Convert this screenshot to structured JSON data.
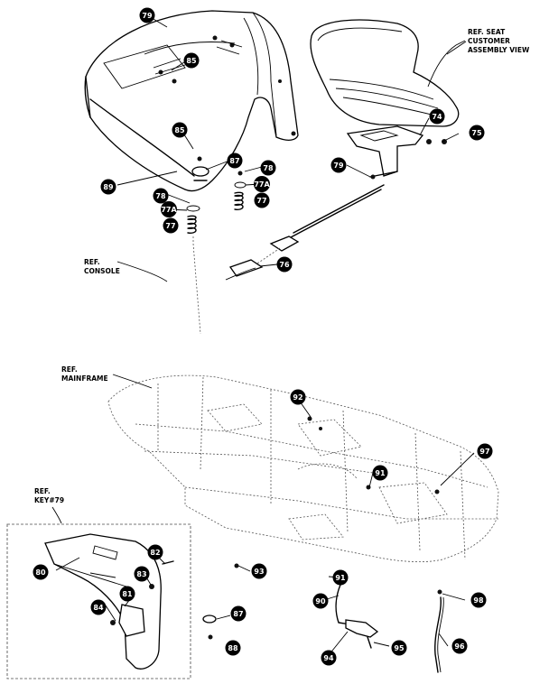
{
  "callouts": [
    {
      "id": "79a",
      "label": "79"
    },
    {
      "id": "85a",
      "label": "85"
    },
    {
      "id": "85b",
      "label": "85"
    },
    {
      "id": "89",
      "label": "89"
    },
    {
      "id": "87a",
      "label": "87"
    },
    {
      "id": "78a",
      "label": "78"
    },
    {
      "id": "77Aa",
      "label": "77A"
    },
    {
      "id": "77a",
      "label": "77"
    },
    {
      "id": "78b",
      "label": "78"
    },
    {
      "id": "77Ab",
      "label": "77A"
    },
    {
      "id": "77b",
      "label": "77"
    },
    {
      "id": "74",
      "label": "74"
    },
    {
      "id": "75",
      "label": "75"
    },
    {
      "id": "79b",
      "label": "79"
    },
    {
      "id": "76",
      "label": "76"
    },
    {
      "id": "92",
      "label": "92"
    },
    {
      "id": "97",
      "label": "97"
    },
    {
      "id": "91a",
      "label": "91"
    },
    {
      "id": "82",
      "label": "82"
    },
    {
      "id": "80",
      "label": "80"
    },
    {
      "id": "83",
      "label": "83"
    },
    {
      "id": "81",
      "label": "81"
    },
    {
      "id": "84",
      "label": "84"
    },
    {
      "id": "93",
      "label": "93"
    },
    {
      "id": "91b",
      "label": "91"
    },
    {
      "id": "90",
      "label": "90"
    },
    {
      "id": "98",
      "label": "98"
    },
    {
      "id": "87b",
      "label": "87"
    },
    {
      "id": "88",
      "label": "88"
    },
    {
      "id": "94",
      "label": "94"
    },
    {
      "id": "95",
      "label": "95"
    },
    {
      "id": "96",
      "label": "96"
    }
  ],
  "refs": {
    "seat": [
      "REF. SEAT",
      "CUSTOMER",
      "ASSEMBLY VIEW"
    ],
    "console": [
      "REF.",
      "CONSOLE"
    ],
    "mainframe": [
      "REF.",
      "MAINFRAME"
    ],
    "key79": [
      "REF.",
      "KEY#79"
    ]
  }
}
